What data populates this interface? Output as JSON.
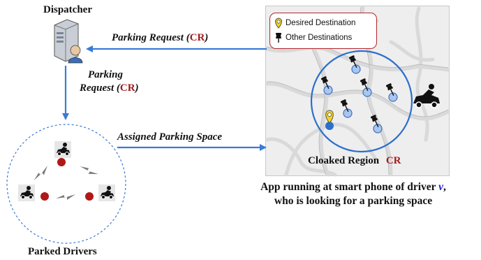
{
  "dispatcher": {
    "label": "Dispatcher"
  },
  "edges": {
    "parking_request_top": {
      "text": "Parking Request",
      "code": "CR"
    },
    "parking_request_left": {
      "line1": "Parking",
      "line2": "Request",
      "code": "CR"
    },
    "assigned": {
      "text": "Assigned Parking Space"
    }
  },
  "map": {
    "legend": [
      {
        "label": "Desired Destination",
        "icon": "pin-yellow-icon"
      },
      {
        "label": "Other Destinations",
        "icon": "thumbtack-icon"
      }
    ],
    "cloaked_label": "Cloaked Region",
    "cloaked_code": "CR"
  },
  "caption": {
    "line1_pre": "App running at smart phone of driver",
    "line1_var": "v",
    "line1_post": ",",
    "line2": "who is looking for a parking space"
  },
  "parked": {
    "label": "Parked Drivers"
  },
  "colors": {
    "arrow": "#3a7bd5",
    "circle": "#2a6fcc",
    "accent_red": "#a11b1b",
    "dot_red": "#b01818"
  }
}
